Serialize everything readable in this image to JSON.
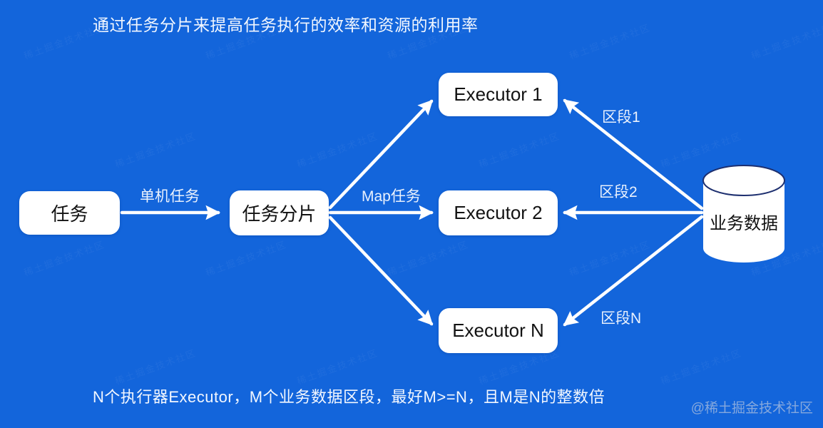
{
  "header": {
    "title": "通过任务分片来提高任务执行的效率和资源的利用率"
  },
  "diagram": {
    "nodes": {
      "task": {
        "label": "任务"
      },
      "task_shard": {
        "label": "任务分片"
      },
      "executor_1": {
        "label": "Executor 1"
      },
      "executor_2": {
        "label": "Executor 2"
      },
      "executor_n": {
        "label": "Executor N"
      },
      "business_data": {
        "label": "业务数据"
      }
    },
    "edges": {
      "single_machine_task": {
        "label": "单机任务",
        "from": "task",
        "to": "task_shard"
      },
      "map_task": {
        "label": "Map任务",
        "from": "task_shard",
        "to": "executor_2"
      },
      "segment_1": {
        "label": "区段1",
        "from": "business_data",
        "to": "executor_1"
      },
      "segment_2": {
        "label": "区段2",
        "from": "business_data",
        "to": "executor_2"
      },
      "segment_n": {
        "label": "区段N",
        "from": "business_data",
        "to": "executor_n"
      }
    }
  },
  "footer": {
    "note": "N个执行器Executor，M个业务数据区段，最好M>=N，且M是N的整数倍",
    "credit": "@稀土掘金技术社区"
  },
  "watermark_tile": "稀土掘金技术社区",
  "colors": {
    "background": "#1365DB",
    "node_fill": "#FFFFFF",
    "node_text": "#121212",
    "arrow": "#FFFFFF",
    "cylinder_outline": "#1D2F6F"
  }
}
